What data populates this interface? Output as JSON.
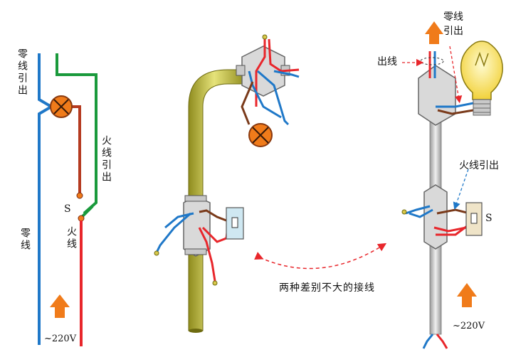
{
  "left": {
    "neutral_out": "零线引出",
    "live_out": "火线引出",
    "switch": "S",
    "neutral": "零线",
    "live": "火线",
    "voltage": "~220V"
  },
  "right": {
    "neutral_out": "零线\n引出",
    "outlet": "出线",
    "live_out": "火线引出",
    "switch": "S",
    "voltage": "~220V"
  },
  "caption": "两种差别不大的接线",
  "colors": {
    "neutral": "#1f78c8",
    "live": "#e8262b",
    "ground": "#1a9a3c",
    "brown": "#7a3a1a",
    "conduit": "#c9c64a",
    "lamp": "#f07b1a",
    "arrow": "#f07b1a",
    "box": "#d9d9d9"
  }
}
